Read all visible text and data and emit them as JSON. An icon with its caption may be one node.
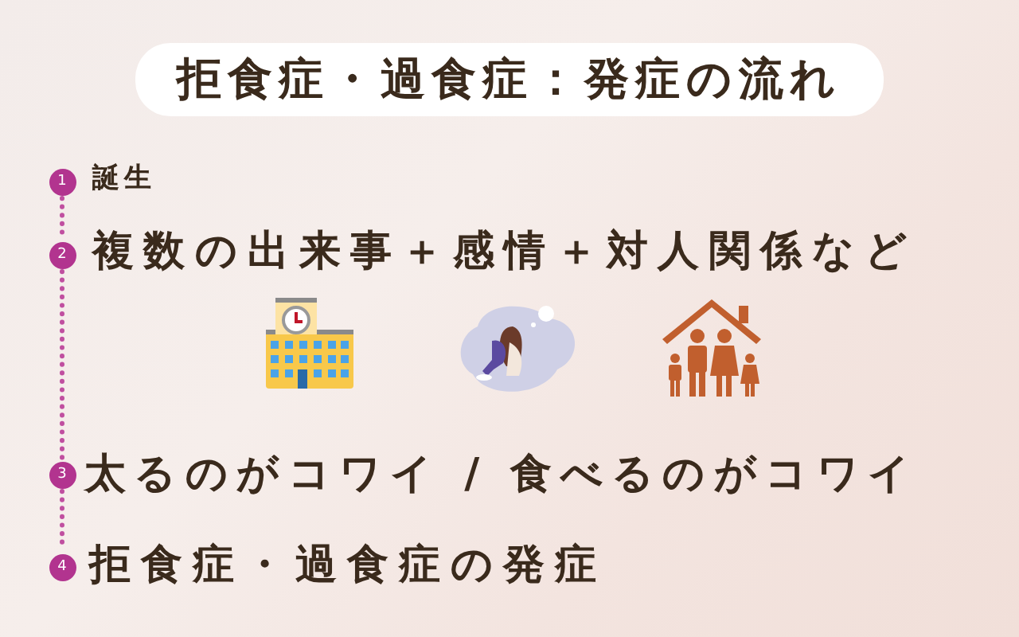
{
  "diagram": {
    "title": "拒食症・過食症：発症の流れ",
    "nodes": [
      {
        "text": [
          "1"
        ],
        "beside": [
          "誕生"
        ]
      },
      {
        "text": [
          "2"
        ],
        "beside": [
          "複数の出来事＋感情＋対人関係など"
        ]
      },
      {
        "text": [
          "3"
        ],
        "beside": [
          "太るのがコワイ / 食べるのがコワイ"
        ]
      },
      {
        "text": [
          "4"
        ],
        "beside": [
          "拒食症・過食症の発症"
        ]
      }
    ],
    "edges": [
      {
        "from": 0,
        "to": 1,
        "arrow": "none",
        "style": "dashed"
      },
      {
        "from": 1,
        "to": 2,
        "arrow": "none",
        "style": "dashed"
      },
      {
        "from": 2,
        "to": 3,
        "arrow": "none",
        "style": "dashed"
      }
    ]
  }
}
